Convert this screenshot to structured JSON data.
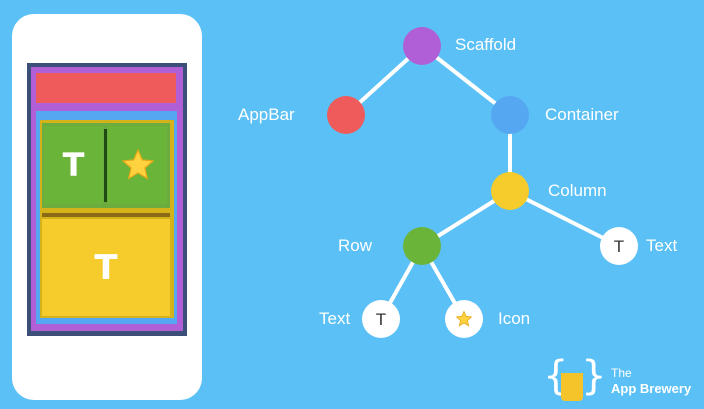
{
  "mockup": {
    "row_left_text": "T",
    "row_right_icon": "star-icon",
    "column_bottom_text": "T",
    "colors": {
      "scaffold": "#b05fd6",
      "appbar": "#ef5b5b",
      "container": "#55a7f2",
      "column": "#f5cc2b",
      "row": "#6ab43a"
    }
  },
  "tree": {
    "nodes": {
      "scaffold": {
        "label": "Scaffold",
        "color": "#b05fd6"
      },
      "appbar": {
        "label": "AppBar",
        "color": "#ef5b5b"
      },
      "container": {
        "label": "Container",
        "color": "#55a7f2"
      },
      "column": {
        "label": "Column",
        "color": "#f5cc2b"
      },
      "row": {
        "label": "Row",
        "color": "#6ab43a"
      },
      "text_right": {
        "label": "Text",
        "glyph": "T",
        "color": "#ffffff"
      },
      "text_left": {
        "label": "Text",
        "glyph": "T",
        "color": "#ffffff"
      },
      "icon": {
        "label": "Icon",
        "icon": "star-icon",
        "color": "#ffffff"
      }
    },
    "edges": [
      [
        "scaffold",
        "appbar"
      ],
      [
        "scaffold",
        "container"
      ],
      [
        "container",
        "column"
      ],
      [
        "column",
        "row"
      ],
      [
        "column",
        "text_right"
      ],
      [
        "row",
        "text_left"
      ],
      [
        "row",
        "icon"
      ]
    ]
  },
  "logo": {
    "line1": "The",
    "line2": "App Brewery"
  }
}
